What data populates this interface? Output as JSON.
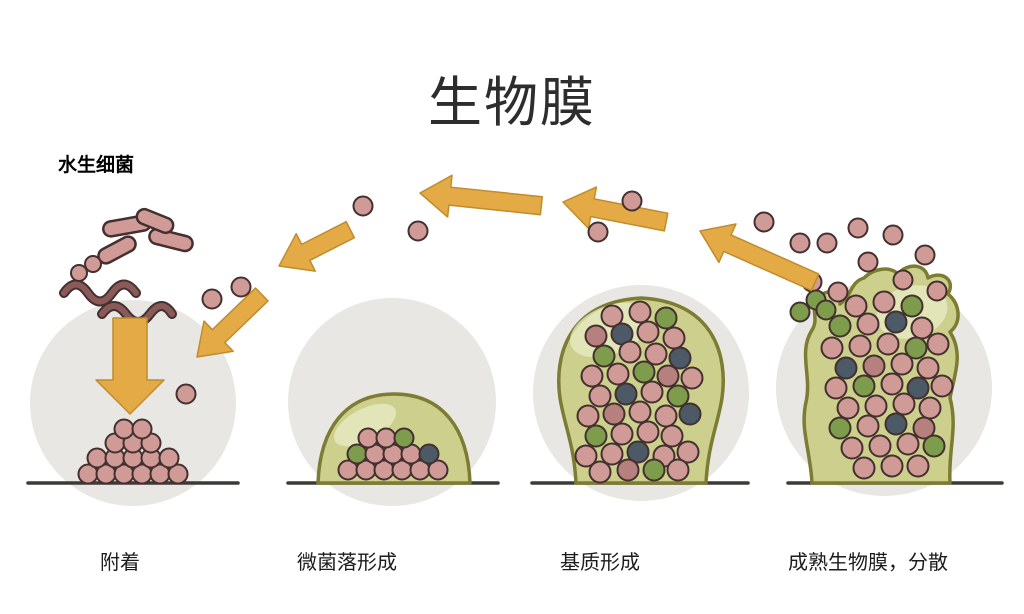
{
  "title": "生物膜",
  "top_label": "水生细菌",
  "stages": [
    {
      "label": "附着"
    },
    {
      "label": "微菌落形成"
    },
    {
      "label": "基质形成"
    },
    {
      "label": "成熟生物膜，分散"
    }
  ],
  "colors": {
    "background": "#ffffff",
    "title_text": "#2d2d2d",
    "label_text": "#1c1c1c",
    "arrow_gold": "#e3aa45",
    "arrow_outline": "#c08c2c",
    "cell_pink": "#d09b97",
    "cell_pink_dark": "#b5807d",
    "cell_green": "#7d9c4c",
    "cell_dark": "#4b5a66",
    "cell_outline": "#43302f",
    "matrix_fill": "#ccd08c",
    "matrix_highlight": "#eaecc6",
    "matrix_outline": "#7c7c33",
    "ground_line": "#3d3a36",
    "stage_circle_bg": "#e9e7e3",
    "worm": "#8a5a58"
  }
}
